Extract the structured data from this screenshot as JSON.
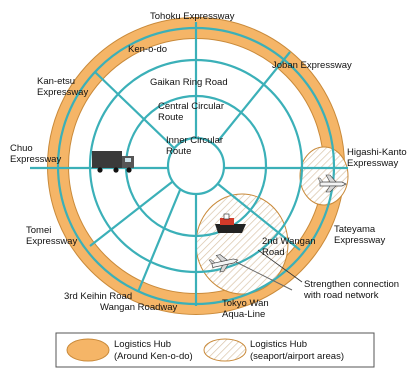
{
  "colors": {
    "road": "#3bb0b8",
    "ken_o_do_band": "#f5b567",
    "band_edge": "#c98a3a",
    "seaport_hatch": "#d9c4a8",
    "background": "#ffffff"
  },
  "roads": {
    "tohoku": "Tohoku Expressway",
    "ken_o_do": "Ken-o-do",
    "joban": "Joban Expressway",
    "kan_etsu_1": "Kan-etsu",
    "kan_etsu_2": "Expressway",
    "gaikan": "Gaikan Ring Road",
    "central_1": "Central Circular",
    "central_2": "Route",
    "inner_1": "Inner Circular",
    "inner_2": "Route",
    "chuo_1": "Chuo",
    "chuo_2": "Expressway",
    "higashi_kanto_1": "Higashi-Kanto",
    "higashi_kanto_2": "Expressway",
    "tateyama_1": "Tateyama",
    "tateyama_2": "Expressway",
    "tomei_1": "Tomei",
    "tomei_2": "Expressway",
    "wangan_2nd_1": "2nd Wangan",
    "wangan_2nd_2": "Road",
    "keihin_3rd_1": "3rd Keihin Road",
    "keihin_3rd_2": "Wangan Roadway",
    "tokyo_wan_1": "Tokyo Wan",
    "tokyo_wan_2": "Aqua-Line"
  },
  "annotation": {
    "line1": "Strengthen connection",
    "line2": "with road network"
  },
  "legend": {
    "hub_ken_o_do_1": "Logistics Hub",
    "hub_ken_o_do_2": "(Around Ken-o-do)",
    "hub_seaport_1": "Logistics Hub",
    "hub_seaport_2": "(seaport/airport areas)"
  },
  "icons": {
    "truck": "truck-icon",
    "ship": "ship-icon",
    "airplane": "airplane-icon"
  }
}
